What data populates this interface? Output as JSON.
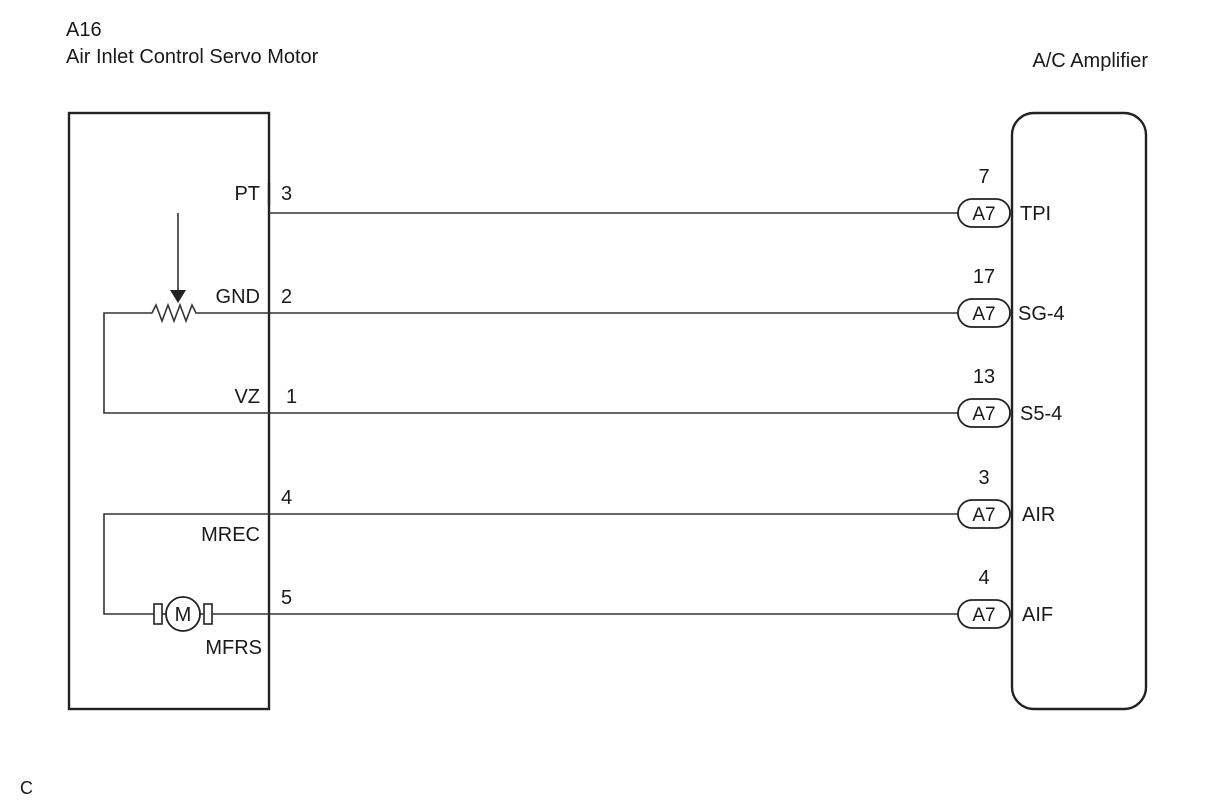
{
  "left_component": {
    "code": "A16",
    "name": "Air Inlet Control Servo Motor",
    "motor_symbol": "M"
  },
  "right_component": {
    "name": "A/C Amplifier"
  },
  "wires": [
    {
      "left_signal": "PT",
      "left_pin": "3",
      "connector": "A7",
      "right_pin": "7",
      "right_signal": "TPI"
    },
    {
      "left_signal": "GND",
      "left_pin": "2",
      "connector": "A7",
      "right_pin": "17",
      "right_signal": "SG-4"
    },
    {
      "left_signal": "VZ",
      "left_pin": "1",
      "connector": "A7",
      "right_pin": "13",
      "right_signal": "S5-4"
    },
    {
      "left_signal": "MREC",
      "left_pin": "4",
      "connector": "A7",
      "right_pin": "3",
      "right_signal": "AIR"
    },
    {
      "left_signal": "MFRS",
      "left_pin": "5",
      "connector": "A7",
      "right_pin": "4",
      "right_signal": "AIF"
    }
  ],
  "corner_label": "C"
}
